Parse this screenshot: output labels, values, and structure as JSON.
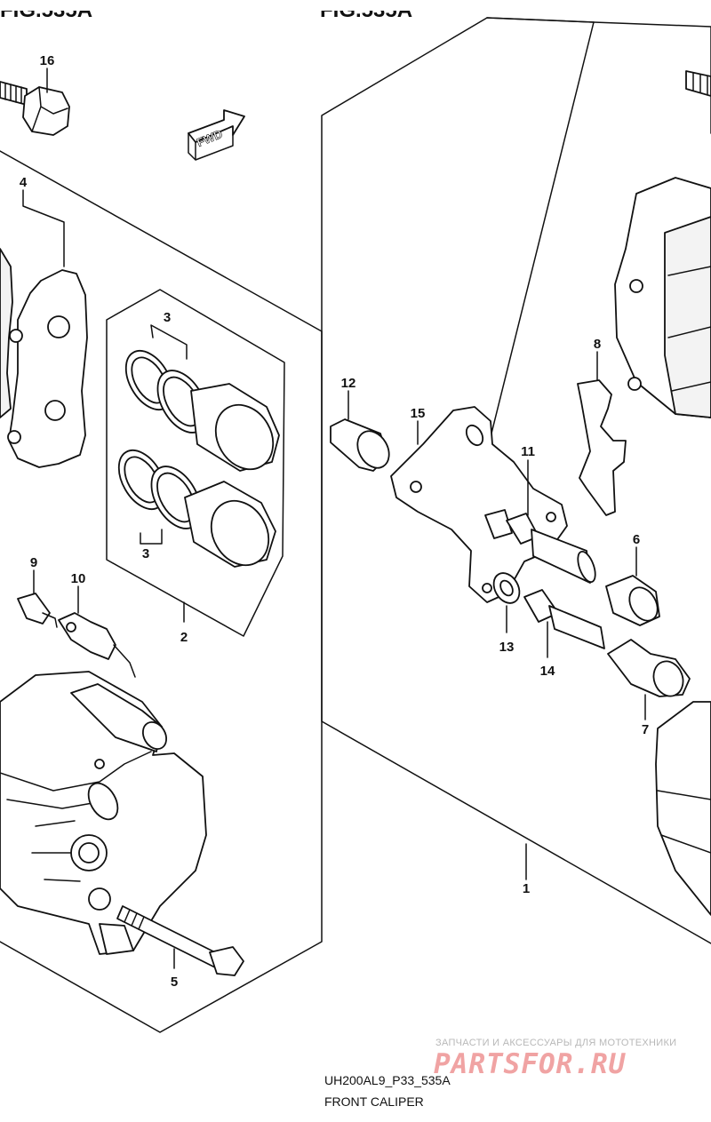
{
  "header": {
    "figure_left": "FIG.535A",
    "figure_center": "FIG.535A"
  },
  "direction_label": "FWD",
  "callouts": [
    "16",
    "4",
    "3",
    "3",
    "2",
    "9",
    "10",
    "5",
    "12",
    "15",
    "11",
    "8",
    "6",
    "13",
    "14",
    "7",
    "1"
  ],
  "footer": {
    "diagram_code": "UH200AL9_P33_535A",
    "title": "FRONT CALIPER"
  },
  "watermark": {
    "tagline": "ЗАПЧАСТИ И АКСЕССУАРЫ ДЛЯ МОТОТЕХНИКИ",
    "brand": "PARTSFOR.RU"
  }
}
